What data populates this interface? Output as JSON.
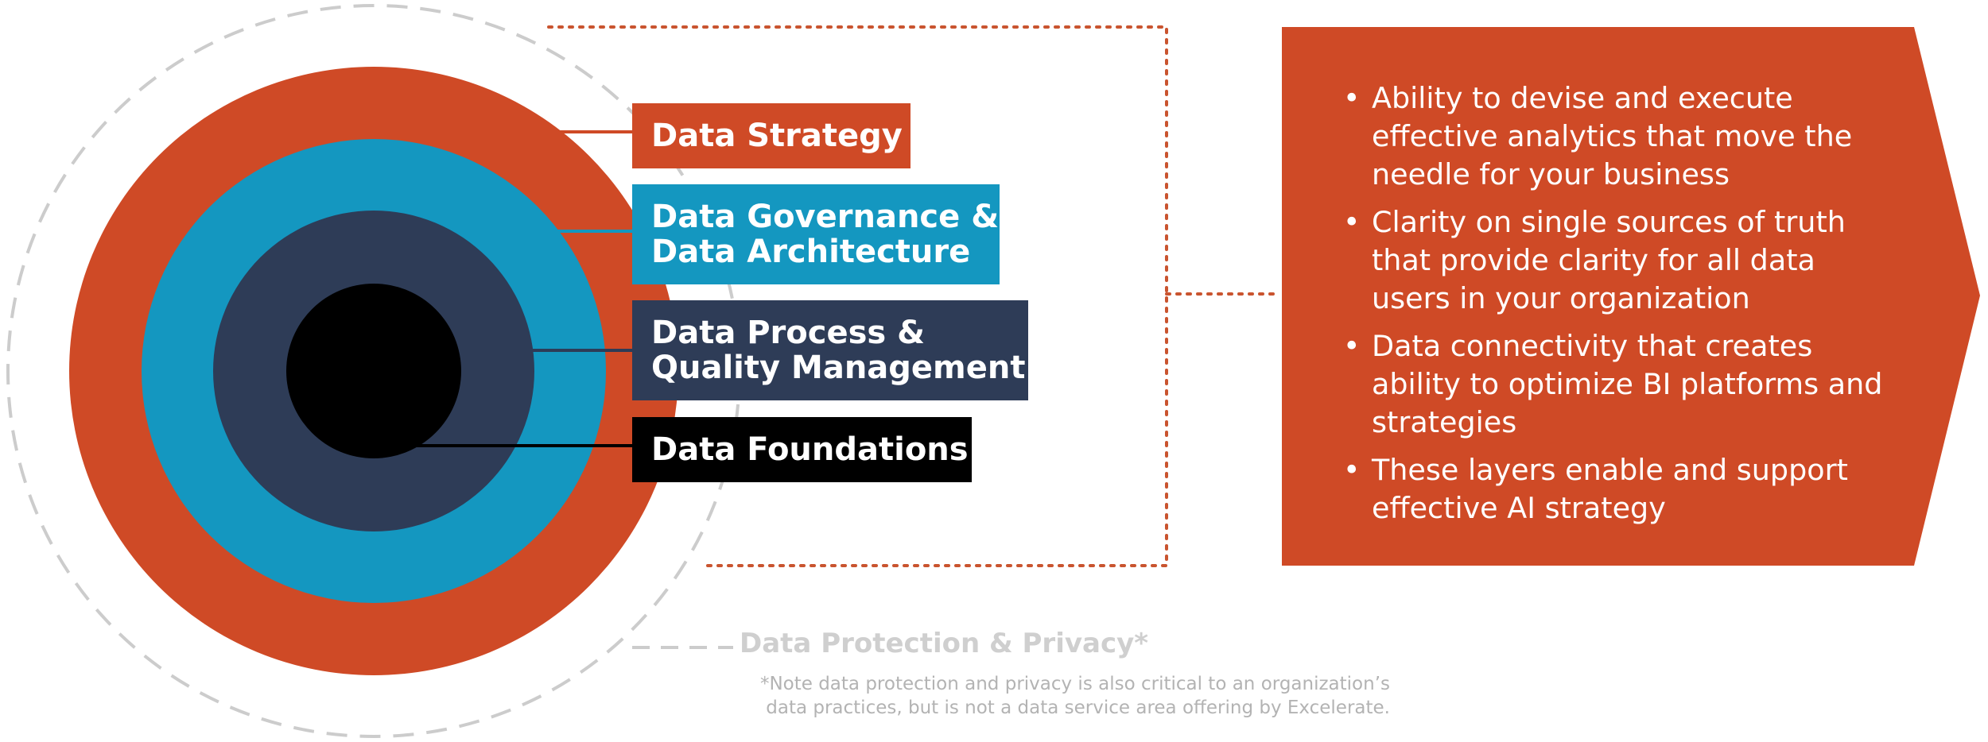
{
  "colors": {
    "strategy": "#cf4a26",
    "governance": "#1497c0",
    "process": "#2e3c57",
    "foundations": "#000000",
    "connector_dots": "#c9542f",
    "dashed_ring": "#cccccc",
    "privacy_text": "#cfcfcf",
    "note_text": "#b3b3b3"
  },
  "layers": [
    {
      "id": "strategy",
      "lines": [
        "Data Strategy"
      ]
    },
    {
      "id": "governance",
      "lines": [
        "Data Governance &",
        "Data Architecture"
      ]
    },
    {
      "id": "process",
      "lines": [
        "Data Process &",
        "Quality Management"
      ]
    },
    {
      "id": "foundations",
      "lines": [
        "Data Foundations"
      ]
    }
  ],
  "benefits": [
    "Ability to devise and execute effective analytics that move the needle for your business",
    "Clarity on single sources of truth that provide clarity for all data users in your organization",
    "Data connectivity that creates ability to optimize BI platforms and strategies",
    "These layers enable and support effective AI strategy"
  ],
  "privacy": {
    "title": "Data Protection & Privacy*",
    "note_lines": [
      "*Note data protection and privacy is also critical to an organization’s",
      "data practices, but is not a data service area offering by Excelerate."
    ]
  }
}
